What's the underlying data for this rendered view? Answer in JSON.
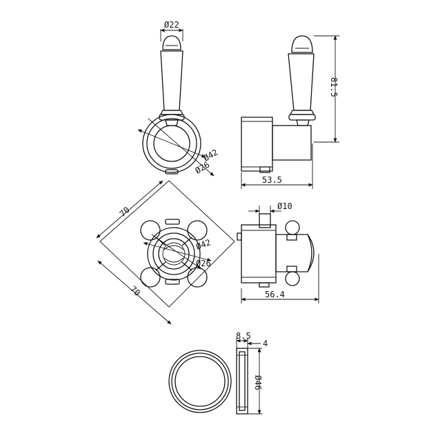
{
  "colors": {
    "line": "#111111",
    "background": "#ffffff"
  },
  "dimensions": {
    "lever_diameter_top": "Ø22",
    "lever_ring_outer": "Ø42",
    "lever_ring_inner": "Ø26",
    "lever_height": "81.5",
    "lever_depth": "53.5",
    "cross_width_a": "70",
    "cross_width_b": "70",
    "cross_ring_outer": "Ø42",
    "cross_ring_inner": "Ø26",
    "spindle_diameter": "Ø10",
    "cross_depth": "56.4",
    "flange_depth": "8.5",
    "flange_step": "4",
    "flange_diameter": "Ø46"
  }
}
